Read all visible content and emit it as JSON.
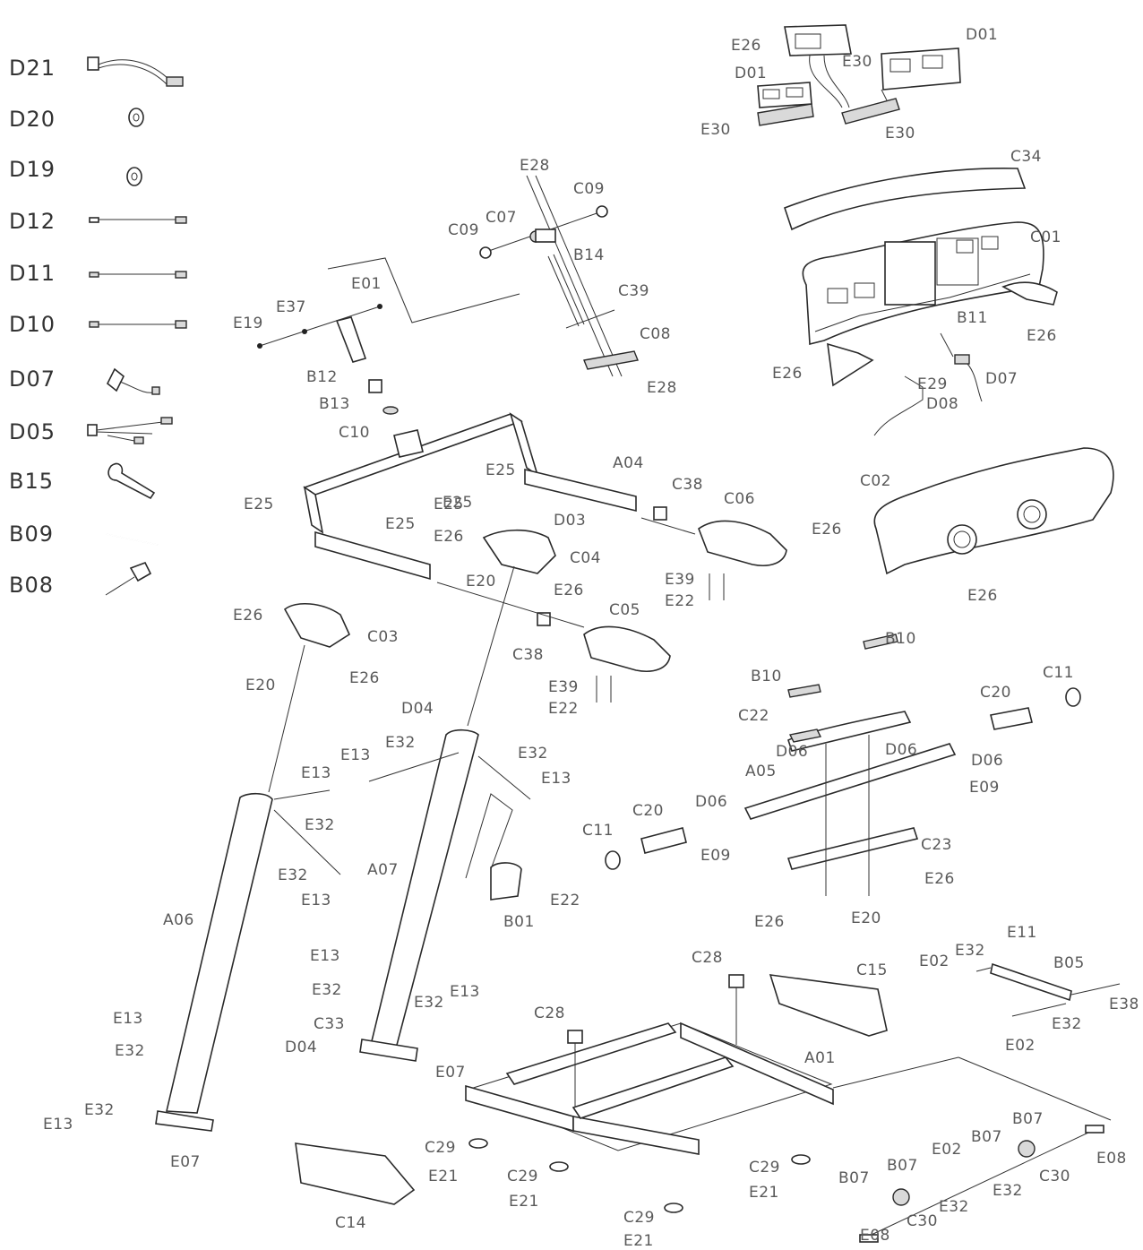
{
  "legend": [
    {
      "code": "D21"
    },
    {
      "code": "D20"
    },
    {
      "code": "D19"
    },
    {
      "code": "D12"
    },
    {
      "code": "D11"
    },
    {
      "code": "D10"
    },
    {
      "code": "D07"
    },
    {
      "code": "D05"
    },
    {
      "code": "B15"
    },
    {
      "code": "B09"
    },
    {
      "code": "B08"
    }
  ],
  "labels": {
    "console_wiring": [
      "E26",
      "D01",
      "E30",
      "D01",
      "E30",
      "E30"
    ],
    "console": [
      "C34",
      "C01",
      "B11",
      "E26",
      "E26",
      "E29",
      "D07",
      "D08",
      "C02",
      "E26",
      "E26"
    ],
    "handle_joint": [
      "E28",
      "C09",
      "C07",
      "C09",
      "B14",
      "C39",
      "C08",
      "E28",
      "E01",
      "E37",
      "E19",
      "B12",
      "B13",
      "C10"
    ],
    "upper_frame": [
      "E25",
      "E25",
      "E25",
      "E25",
      "E25",
      "A04",
      "C38",
      "C06",
      "D03",
      "E26",
      "C04",
      "E20",
      "E26",
      "E39",
      "E22",
      "E26",
      "C03",
      "E20",
      "E26",
      "C05",
      "C38",
      "E39",
      "E22"
    ],
    "deck": [
      "B10",
      "B10",
      "C22",
      "C20",
      "C11",
      "D06",
      "D06",
      "D06",
      "A05",
      "E09",
      "D06",
      "C20",
      "C11",
      "E09",
      "C23",
      "E26",
      "E26",
      "E20"
    ],
    "uprights": [
      "D04",
      "E13",
      "E32",
      "E32",
      "E13",
      "E13",
      "E32",
      "E32",
      "E13",
      "A07",
      "B01",
      "E22",
      "A06"
    ],
    "base": [
      "E13",
      "E32",
      "C33",
      "D04",
      "E32",
      "E13",
      "E07",
      "E13",
      "E32",
      "E13",
      "E32",
      "E07",
      "C14"
    ],
    "main_frame": [
      "C28",
      "C28",
      "C15",
      "A01",
      "C29",
      "E21",
      "C29",
      "E21",
      "C29",
      "E21",
      "C29",
      "E21"
    ],
    "rollers": [
      "E11",
      "E02",
      "E32",
      "B05",
      "E38",
      "E02",
      "E32",
      "B07",
      "B07",
      "E02",
      "B07",
      "C30",
      "E08",
      "E32",
      "B07",
      "C30",
      "E32",
      "E08"
    ]
  }
}
